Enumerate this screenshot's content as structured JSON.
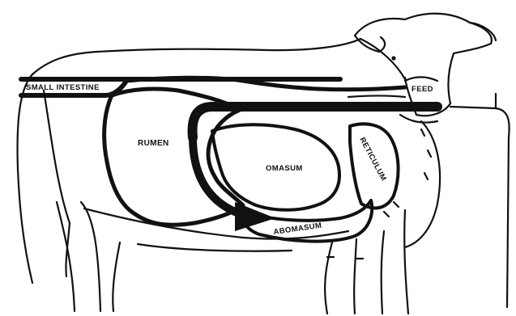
{
  "labels": {
    "small_intestine": "SMALL INTESTINE",
    "feed": "FEED",
    "rumen": "RUMEN",
    "omasum": "OMASUM",
    "reticulum": "RETICULUM",
    "abomasum": "ABOMASUM"
  },
  "colors": {
    "ink": "#111111",
    "background": "#ffffff"
  }
}
